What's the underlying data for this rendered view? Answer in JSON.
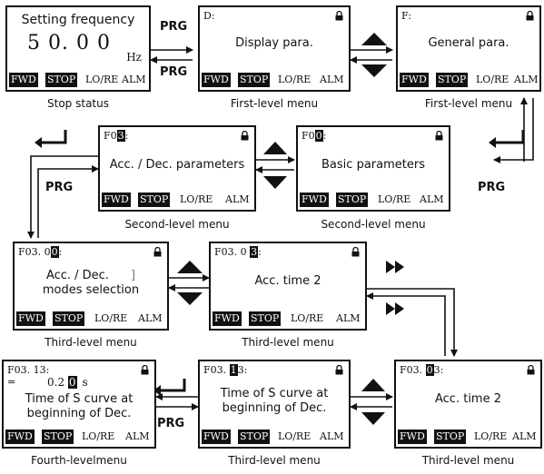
{
  "panels": {
    "stop": {
      "title": "Setting frequency",
      "value": "5 0. 0 0",
      "unit": "Hz"
    },
    "p_display": {
      "code": "D:",
      "label": "Display para."
    },
    "p_general": {
      "code": "F:",
      "label": "General para."
    },
    "p_acc": {
      "code_pre": "F0",
      "code_hl": "3",
      "code_post": ":",
      "label": "Acc. / Dec. parameters"
    },
    "p_basic": {
      "code_pre": "F0",
      "code_hl": "0",
      "code_post": ":",
      "label": "Basic parameters"
    },
    "p_modes": {
      "code_pre": "F03. 0",
      "code_hl": "0",
      "code_post": ":",
      "line1": "Acc. / Dec.",
      "bracket": "]",
      "line2": "modes selection"
    },
    "p_acc2a": {
      "code_pre": "F03. 0 ",
      "code_hl": "3",
      "code_post": ":",
      "label": "Acc. time 2"
    },
    "p_acc2b": {
      "code_pre": "F03. ",
      "code_hl": "0",
      "code_post": "3:",
      "label": "Acc. time 2"
    },
    "p_scurve3": {
      "code_pre": "F03. ",
      "code_hl": "1",
      "code_post": "3:",
      "line1": "Time of S curve at",
      "line2": "beginning of Dec."
    },
    "p_scurve4": {
      "code": "F03. 13:",
      "eq": "=",
      "val_pre": "0.2 ",
      "val_hl": "0",
      "val_unit": "s",
      "line1": "Time of S curve at",
      "line2": "beginning of Dec."
    }
  },
  "statusbar": {
    "fwd": "FWD",
    "stop": "STOP",
    "lore": "LO/RE",
    "alm": "ALM"
  },
  "captions": {
    "stop_status": "Stop status",
    "first_level_1": "First-level menu",
    "first_level_2": "First-level menu",
    "second_level_1": "Second-level menu",
    "second_level_2": "Second-level menu",
    "third_level_1": "Third-level menu",
    "third_level_2": "Third-level menu",
    "third_level_3": "Third-level menu",
    "third_level_4": "Third-level menu",
    "fourth_level": "Fourth-levelmenu"
  },
  "keys": {
    "prg": "PRG"
  }
}
